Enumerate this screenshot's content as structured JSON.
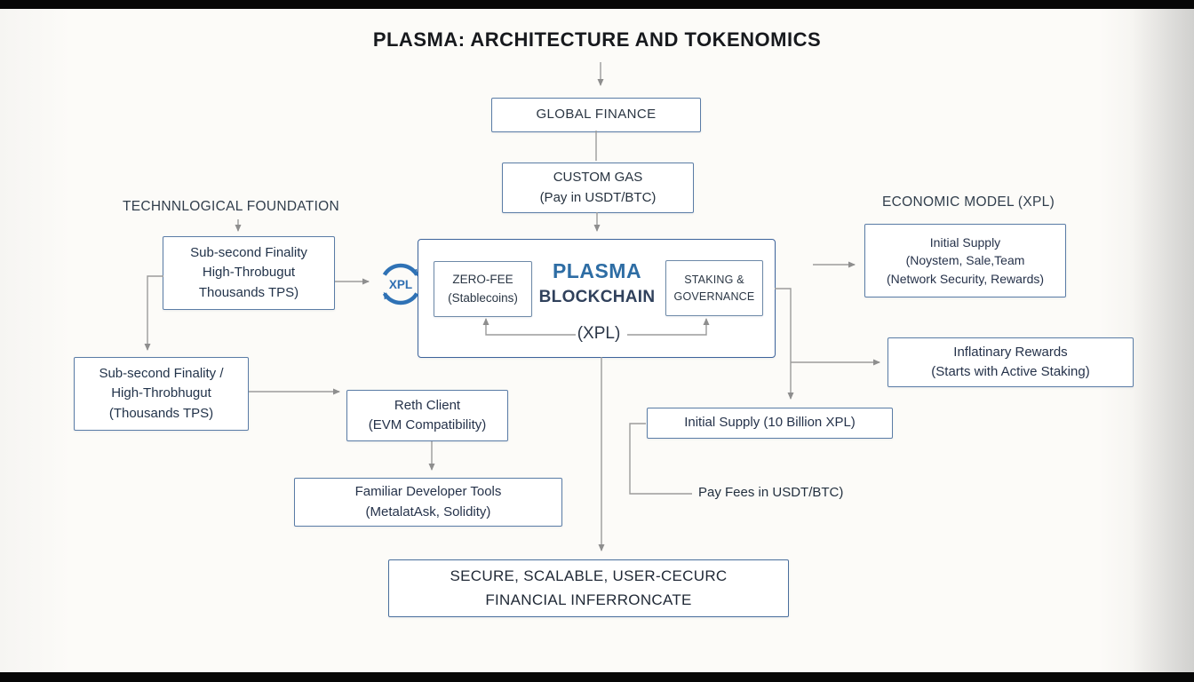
{
  "title": "PLASMA: ARCHITECTURE AND TOKENOMICS",
  "colors": {
    "accent_blue": "#2e6da4",
    "badge_blue": "#2f72b5",
    "box_border": "#5a7ca6",
    "connector_gray": "#9b9b9b",
    "text_dark": "#24303f"
  },
  "top_flow": {
    "global_finance": "GLOBAL FINANCE",
    "custom_gas": "CUSTOM GAS\n(Pay in USDT/BTC)"
  },
  "core": {
    "zero_fee": "ZERO-FEE\n(Stablecoins)",
    "name_top": "PLASMA",
    "name_bottom": "BLOCKCHAIN",
    "staking": "STAKING &\nGOVERNANCE",
    "ticker": "(XPL)"
  },
  "tech": {
    "heading": "TECHNNLOGICAL FOUNDATION",
    "finality_top": "Sub-second Finality\nHigh-Throbugut\nThousands TPS)",
    "finality_left": "Sub-second Finality /\nHigh-Throbhugut\n(Thousands TPS)",
    "xpl_badge": "XPL",
    "reth_client": "Reth Client\n(EVM Compatibility)",
    "dev_tools": "Familiar Developer Tools\n(MetalatAsk, Solidity)"
  },
  "economics": {
    "heading": "ECONOMIC MODEL (XPL)",
    "initial_supply_detail": "Initial Supply\n(Noystem, Sale,Team\n(Network Security, Rewards)",
    "inflation_rewards": "Inflatinary Rewards\n(Starts with Active Staking)",
    "initial_supply_total": "Initial Supply (10 Billion XPL)",
    "pay_fees": "Pay Fees in USDT/BTC)"
  },
  "outcome": "SECURE, SCALABLE, USER-CECURC\nFINANCIAL INFERRONCATE"
}
